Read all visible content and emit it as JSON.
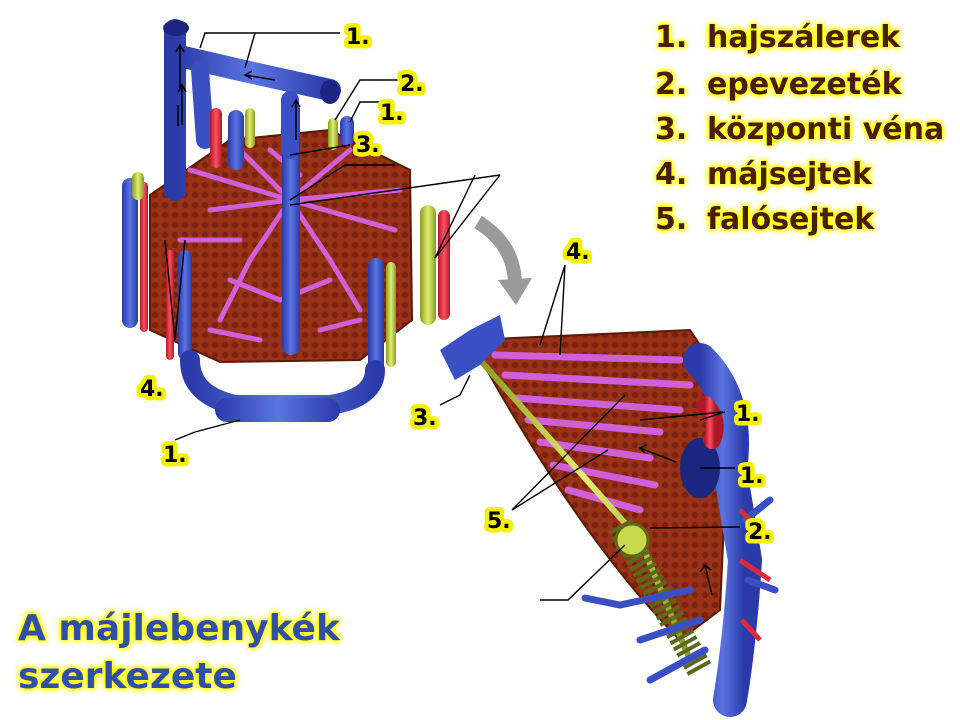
{
  "legend": [
    {
      "num": "1.",
      "text": "hajszálerek"
    },
    {
      "num": "2.",
      "text": "epevezeték"
    },
    {
      "num": "3.",
      "text": "központi véna"
    },
    {
      "num": "4.",
      "text": "májsejtek"
    },
    {
      "num": "5.",
      "text": "falósejtek"
    }
  ],
  "title": {
    "line1": "A májlebenykék",
    "line2": "szerkezete"
  },
  "labels": {
    "l1_top": "1.",
    "l2_top": "2.",
    "l1_mid": "1.",
    "l3_top": "3.",
    "l4_left": "4.",
    "l1_bottom": "1.",
    "l4_right": "4.",
    "l3_right": "3.",
    "l1_r1": "1.",
    "l1_r2": "1.",
    "l5_right": "5.",
    "l2_right": "2."
  },
  "colors": {
    "vein": "#3a4fc4",
    "artery": "#e0283a",
    "bile": "#c8d84a",
    "tissue": "#8a2a14",
    "sinusoid": "#c04ac8",
    "highlight": "#f5f000"
  }
}
